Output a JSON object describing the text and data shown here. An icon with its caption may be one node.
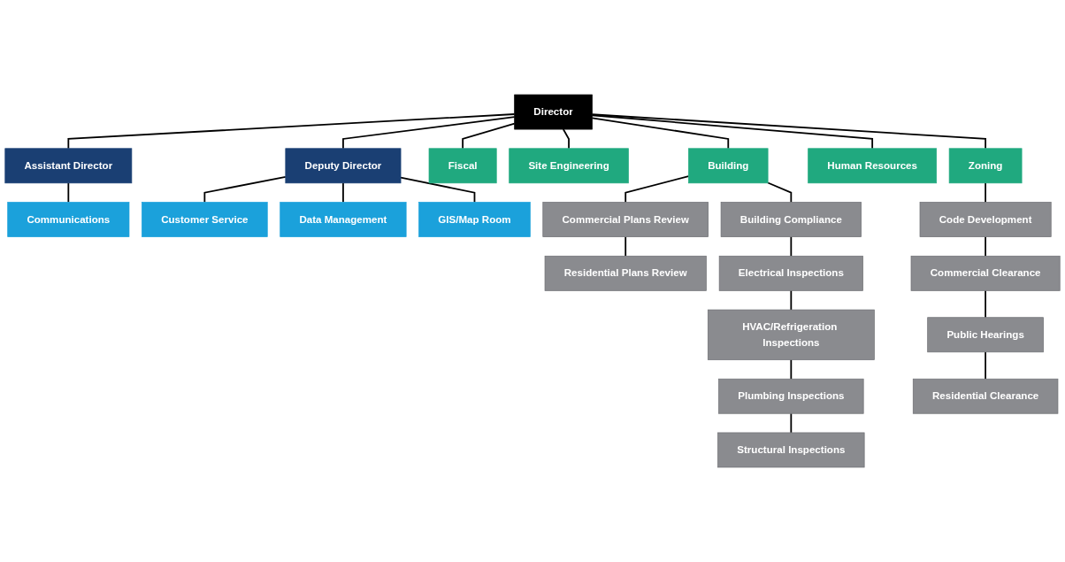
{
  "diagram": {
    "nodes": [
      {
        "text": [
          "Director"
        ]
      },
      {
        "text": [
          "Assistant Director"
        ]
      },
      {
        "text": [
          "Deputy Director"
        ]
      },
      {
        "text": [
          "Communications"
        ]
      },
      {
        "text": [
          "Customer Service"
        ]
      },
      {
        "text": [
          "Data Management"
        ]
      },
      {
        "text": [
          "GIS/Map Room"
        ]
      },
      {
        "text": [
          "Fiscal"
        ]
      },
      {
        "text": [
          "Site Engineering"
        ]
      },
      {
        "text": [
          "Building"
        ]
      },
      {
        "text": [
          "Human Resources"
        ]
      },
      {
        "text": [
          "Zoning"
        ]
      },
      {
        "text": [
          "Commercial Plans Review"
        ]
      },
      {
        "text": [
          "Residential Plans Review"
        ]
      },
      {
        "text": [
          "Building Compliance"
        ]
      },
      {
        "text": [
          "Electrical Inspections"
        ]
      },
      {
        "text": [
          "HVAC/Refrigeration Inspections"
        ]
      },
      {
        "text": [
          "Plumbing Inspections"
        ]
      },
      {
        "text": [
          "Structural Inspections"
        ]
      },
      {
        "text": [
          "Code Development"
        ]
      },
      {
        "text": [
          "Commercial Clearance"
        ]
      },
      {
        "text": [
          "Public Hearings"
        ]
      },
      {
        "text": [
          "Residential Clearance"
        ]
      }
    ],
    "edges": [
      {
        "from": 0,
        "to": 1,
        "arrow": "none"
      },
      {
        "from": 0,
        "to": 2,
        "arrow": "none"
      },
      {
        "from": 1,
        "to": 3,
        "arrow": "none"
      },
      {
        "from": 2,
        "to": 4,
        "arrow": "none"
      },
      {
        "from": 2,
        "to": 5,
        "arrow": "none"
      },
      {
        "from": 2,
        "to": 6,
        "arrow": "none"
      },
      {
        "from": 0,
        "to": 7,
        "arrow": "none"
      },
      {
        "from": 0,
        "to": 8,
        "arrow": "none"
      },
      {
        "from": 0,
        "to": 9,
        "arrow": "none"
      },
      {
        "from": 0,
        "to": 10,
        "arrow": "none"
      },
      {
        "from": 0,
        "to": 11,
        "arrow": "none"
      },
      {
        "from": 9,
        "to": 12,
        "arrow": "none"
      },
      {
        "from": 12,
        "to": 13,
        "arrow": "none"
      },
      {
        "from": 9,
        "to": 14,
        "arrow": "none"
      },
      {
        "from": 14,
        "to": 15,
        "arrow": "none"
      },
      {
        "from": 15,
        "to": 16,
        "arrow": "none"
      },
      {
        "from": 16,
        "to": 17,
        "arrow": "none"
      },
      {
        "from": 17,
        "to": 18,
        "arrow": "none"
      },
      {
        "from": 11,
        "to": 19,
        "arrow": "none"
      },
      {
        "from": 19,
        "to": 20,
        "arrow": "none"
      },
      {
        "from": 20,
        "to": 21,
        "arrow": "none"
      },
      {
        "from": 21,
        "to": 22,
        "arrow": "none"
      }
    ]
  }
}
